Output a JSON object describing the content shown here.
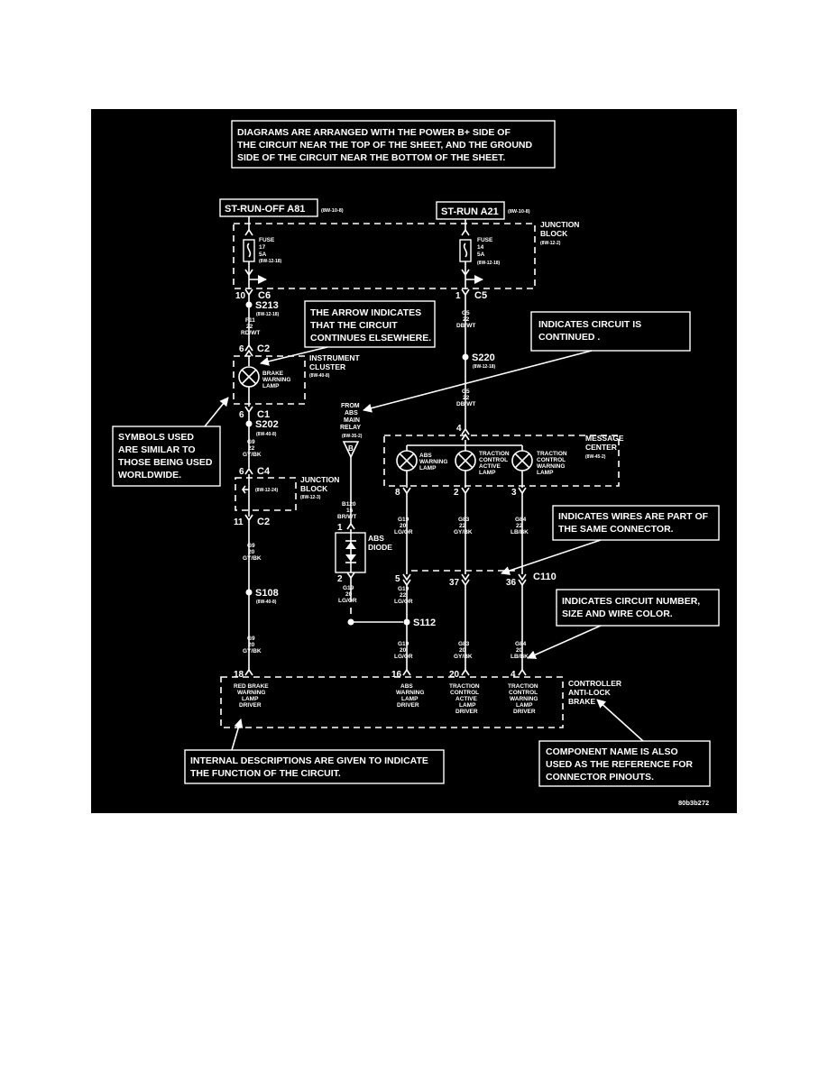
{
  "callouts": {
    "top": [
      "DIAGRAMS ARE ARRANGED WITH THE POWER B+ SIDE OF",
      "THE CIRCUIT NEAR THE TOP OF THE SHEET, AND THE GROUND",
      "SIDE OF THE CIRCUIT NEAR THE BOTTOM OF THE SHEET."
    ],
    "arrow": [
      "THE ARROW INDICATES",
      "THAT THE CIRCUIT",
      "CONTINUES ELSEWHERE."
    ],
    "continued": [
      "INDICATES CIRCUIT IS",
      "CONTINUED ."
    ],
    "symbols": [
      "SYMBOLS USED",
      "ARE SIMILAR TO",
      "THOSE BEING USED",
      "WORLDWIDE."
    ],
    "connector": [
      "INDICATES WIRES ARE PART OF",
      "THE SAME CONNECTOR."
    ],
    "circuit": [
      "INDICATES CIRCUIT NUMBER,",
      "SIZE AND WIRE COLOR."
    ],
    "internal": [
      "INTERNAL DESCRIPTIONS ARE GIVEN TO INDICATE",
      "THE FUNCTION OF THE CIRCUIT."
    ],
    "component": [
      "COMPONENT NAME IS ALSO",
      "USED AS THE REFERENCE FOR",
      "CONNECTOR PINOUTS."
    ]
  },
  "power": {
    "left": {
      "label": "ST-RUN-OFF A81",
      "ref": "(8W-10-8)"
    },
    "right": {
      "label": "ST-RUN A21",
      "ref": "(8W-10-8)"
    }
  },
  "junction_block_top": {
    "name": [
      "JUNCTION",
      "BLOCK"
    ],
    "ref": "(8W-12-2)"
  },
  "fuses": [
    {
      "lines": [
        "FUSE",
        "17",
        "5A",
        "(8W-12-18)"
      ]
    },
    {
      "lines": [
        "FUSE",
        "14",
        "5A",
        "(8W-12-18)"
      ]
    }
  ],
  "connectors": {
    "c6": {
      "pin": "10",
      "name": "C6"
    },
    "c5": {
      "pin": "1",
      "name": "C5"
    },
    "c2_top": {
      "pin": "6",
      "name": "C2"
    },
    "c1": {
      "pin": "6",
      "name": "C1"
    },
    "c4": {
      "pin": "6",
      "name": "C4"
    },
    "c2_bottom": {
      "pin": "11",
      "name": "C2"
    },
    "c110": {
      "name": "C110"
    }
  },
  "splices": {
    "s213": {
      "name": "S213",
      "ref": "(8W-12-18)"
    },
    "s220": {
      "name": "S220",
      "ref": "(8W-12-18)"
    },
    "s202": {
      "name": "S202",
      "ref": "(8W-40-8)"
    },
    "s108": {
      "name": "S108",
      "ref": "(8W-40-8)"
    },
    "s112": {
      "name": "S112"
    }
  },
  "wires": {
    "f11": [
      "F11",
      "22",
      "RD/WT"
    ],
    "g5_upper": [
      "G5",
      "22",
      "DB/WT"
    ],
    "g5_lower": [
      "G5",
      "22",
      "DB/WT"
    ],
    "g9_upper": [
      "G9",
      "22",
      "GY/BK"
    ],
    "g9_mid": [
      "G9",
      "20",
      "GY/BK"
    ],
    "g9_lower": [
      "G9",
      "20",
      "GY/BK"
    ],
    "b120": [
      "B120",
      "16",
      "BR/WT"
    ],
    "g19_abs_upper": [
      "G19",
      "20",
      "LG/OR"
    ],
    "g19_diode": [
      "G19",
      "20",
      "LG/OR"
    ],
    "g19_mid": [
      "G19",
      "22",
      "LG/OR"
    ],
    "g19_lower": [
      "G19",
      "20",
      "LG/OR"
    ],
    "g83_upper": [
      "G83",
      "22",
      "GY/BK"
    ],
    "g83_lower": [
      "G83",
      "20",
      "GY/BK"
    ],
    "g84_upper": [
      "G84",
      "22",
      "LB/BK"
    ],
    "g84_lower": [
      "G84",
      "20",
      "LB/BK"
    ]
  },
  "instrument_cluster": {
    "name": [
      "INSTRUMENT",
      "CLUSTER"
    ],
    "ref": "(8W-40-8)",
    "lamp": [
      "BRAKE",
      "WARNING",
      "LAMP"
    ]
  },
  "junction_block_mid": {
    "name": [
      "JUNCTION",
      "BLOCK"
    ],
    "ref": "(8W-12-3)",
    "inner_ref": "(8W-12-24)"
  },
  "abs_relay": {
    "label": [
      "FROM",
      "ABS",
      "MAIN",
      "RELAY"
    ],
    "ref": "(8W-35-2)",
    "tag": "B"
  },
  "abs_diode": {
    "name": [
      "ABS",
      "DIODE"
    ],
    "pin_top": "1",
    "pin_bottom": "2"
  },
  "message_center": {
    "name": [
      "MESSAGE",
      "CENTER"
    ],
    "ref": "(8W-45-2)",
    "input_pin": "4",
    "lamps": [
      {
        "label": [
          "ABS",
          "WARNING",
          "LAMP"
        ],
        "pin": "8"
      },
      {
        "label": [
          "TRACTION",
          "CONTROL",
          "ACTIVE",
          "LAMP"
        ],
        "pin": "2"
      },
      {
        "label": [
          "TRACTION",
          "CONTROL",
          "WARNING",
          "LAMP"
        ],
        "pin": "3"
      }
    ]
  },
  "c110_pins": [
    "5",
    "37",
    "36"
  ],
  "controller": {
    "name": [
      "CONTROLLER",
      "ANTI-LOCK",
      "BRAKE"
    ],
    "drivers": [
      {
        "pin": "18",
        "label": [
          "RED BRAKE",
          "WARNING",
          "LAMP",
          "DRIVER"
        ]
      },
      {
        "pin": "16",
        "label": [
          "ABS",
          "WARNING",
          "LAMP",
          "DRIVER"
        ]
      },
      {
        "pin": "20",
        "label": [
          "TRACTION",
          "CONTROL",
          "ACTIVE",
          "LAMP",
          "DRIVER"
        ]
      },
      {
        "pin": "4",
        "label": [
          "TRACTION",
          "CONTROL",
          "WARNING",
          "LAMP",
          "DRIVER"
        ]
      }
    ]
  },
  "figure_id": "80b3b272",
  "colors": {
    "background": "#000000",
    "ink": "#ffffff",
    "page": "#ffffff"
  }
}
